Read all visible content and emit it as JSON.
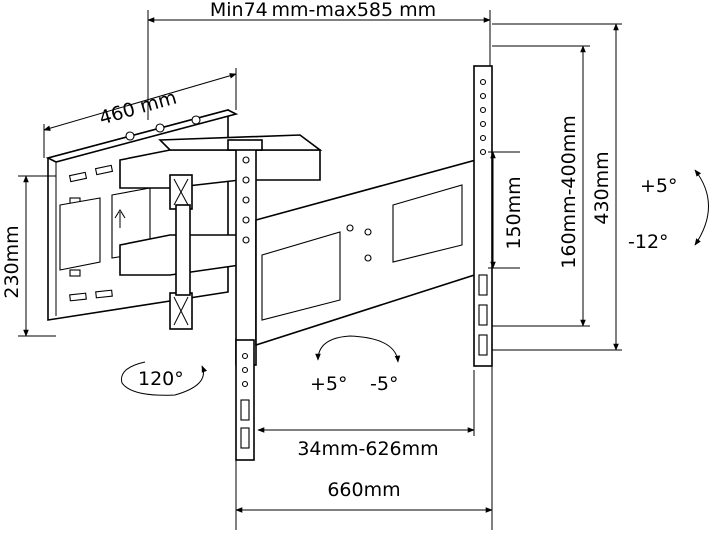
{
  "dimensions": {
    "arm_extension": "Min74 mm-max585 mm",
    "wall_plate_width": "460 mm",
    "wall_plate_height": "230mm",
    "tv_plate_vertical_150": "150mm",
    "tv_plate_vertical_range": "160mm-400mm",
    "tv_plate_height": "430mm",
    "tv_plate_horizontal_range": "34mm-626mm",
    "tv_plate_width": "660mm"
  },
  "tilt": {
    "up": "+5°",
    "down": "-12°"
  },
  "swivel": {
    "plus": "+5°",
    "minus": "-5°"
  },
  "rotation": "120°"
}
